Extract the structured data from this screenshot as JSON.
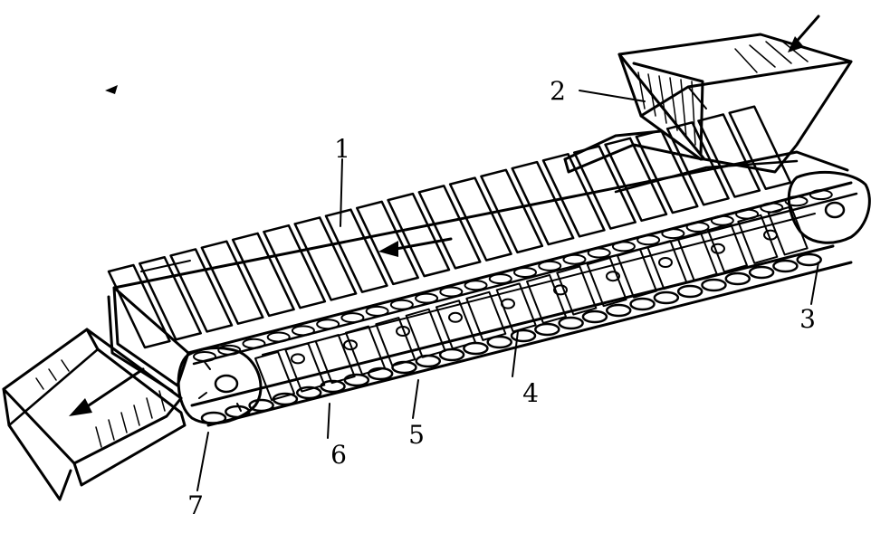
{
  "callouts": [
    {
      "id": "1",
      "text": "1"
    },
    {
      "id": "2",
      "text": "2"
    },
    {
      "id": "3",
      "text": "3"
    },
    {
      "id": "4",
      "text": "4"
    },
    {
      "id": "5",
      "text": "5"
    },
    {
      "id": "6",
      "text": "6"
    },
    {
      "id": "7",
      "text": "7"
    }
  ],
  "colors": {
    "ink": "#000000",
    "background": "#ffffff"
  }
}
